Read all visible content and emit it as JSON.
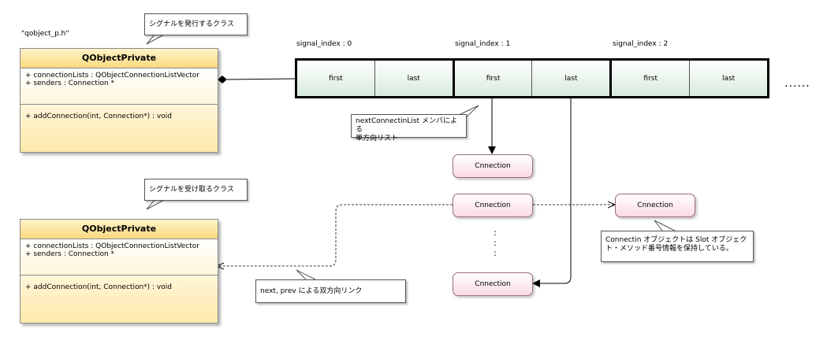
{
  "file_label": "\"qobject_p.h\"",
  "notes": {
    "emitter": "シグナルを発行するクラス",
    "receiver": "シグナルを受け取るクラス",
    "singly_linked": [
      "nextConnectinList メンバによる",
      "単方向リスト"
    ],
    "doubly_linked": "next, prev による双方向リンク",
    "connection_info": [
      "Connectin オブジェクトは Slot オブジェク",
      "ト・メソッド番号情報を保持している。"
    ]
  },
  "classes": [
    {
      "name": "QObjectPrivate",
      "attributes": [
        "+ connectionLists : QObjectConnectionListVector",
        "+ senders : Connection *"
      ],
      "operations": [
        "+ addConnection(int, Connection*) : void"
      ]
    },
    {
      "name": "QObjectPrivate",
      "attributes": [
        "+ connectionLists : QObjectConnectionListVector",
        "+ senders : Connection *"
      ],
      "operations": [
        "+ addConnection(int, Connection*) : void"
      ]
    }
  ],
  "signal_indexes": [
    "signal_index : 0",
    "signal_index : 1",
    "signal_index : 2"
  ],
  "array_cells": [
    "first",
    "last",
    "first",
    "last",
    "first",
    "last"
  ],
  "ellipsis": "......",
  "connections": [
    "Cnnection",
    "Cnnection",
    "Cnnection",
    "Cnnection"
  ],
  "vertical_dots": [
    ":",
    ":",
    ":"
  ]
}
